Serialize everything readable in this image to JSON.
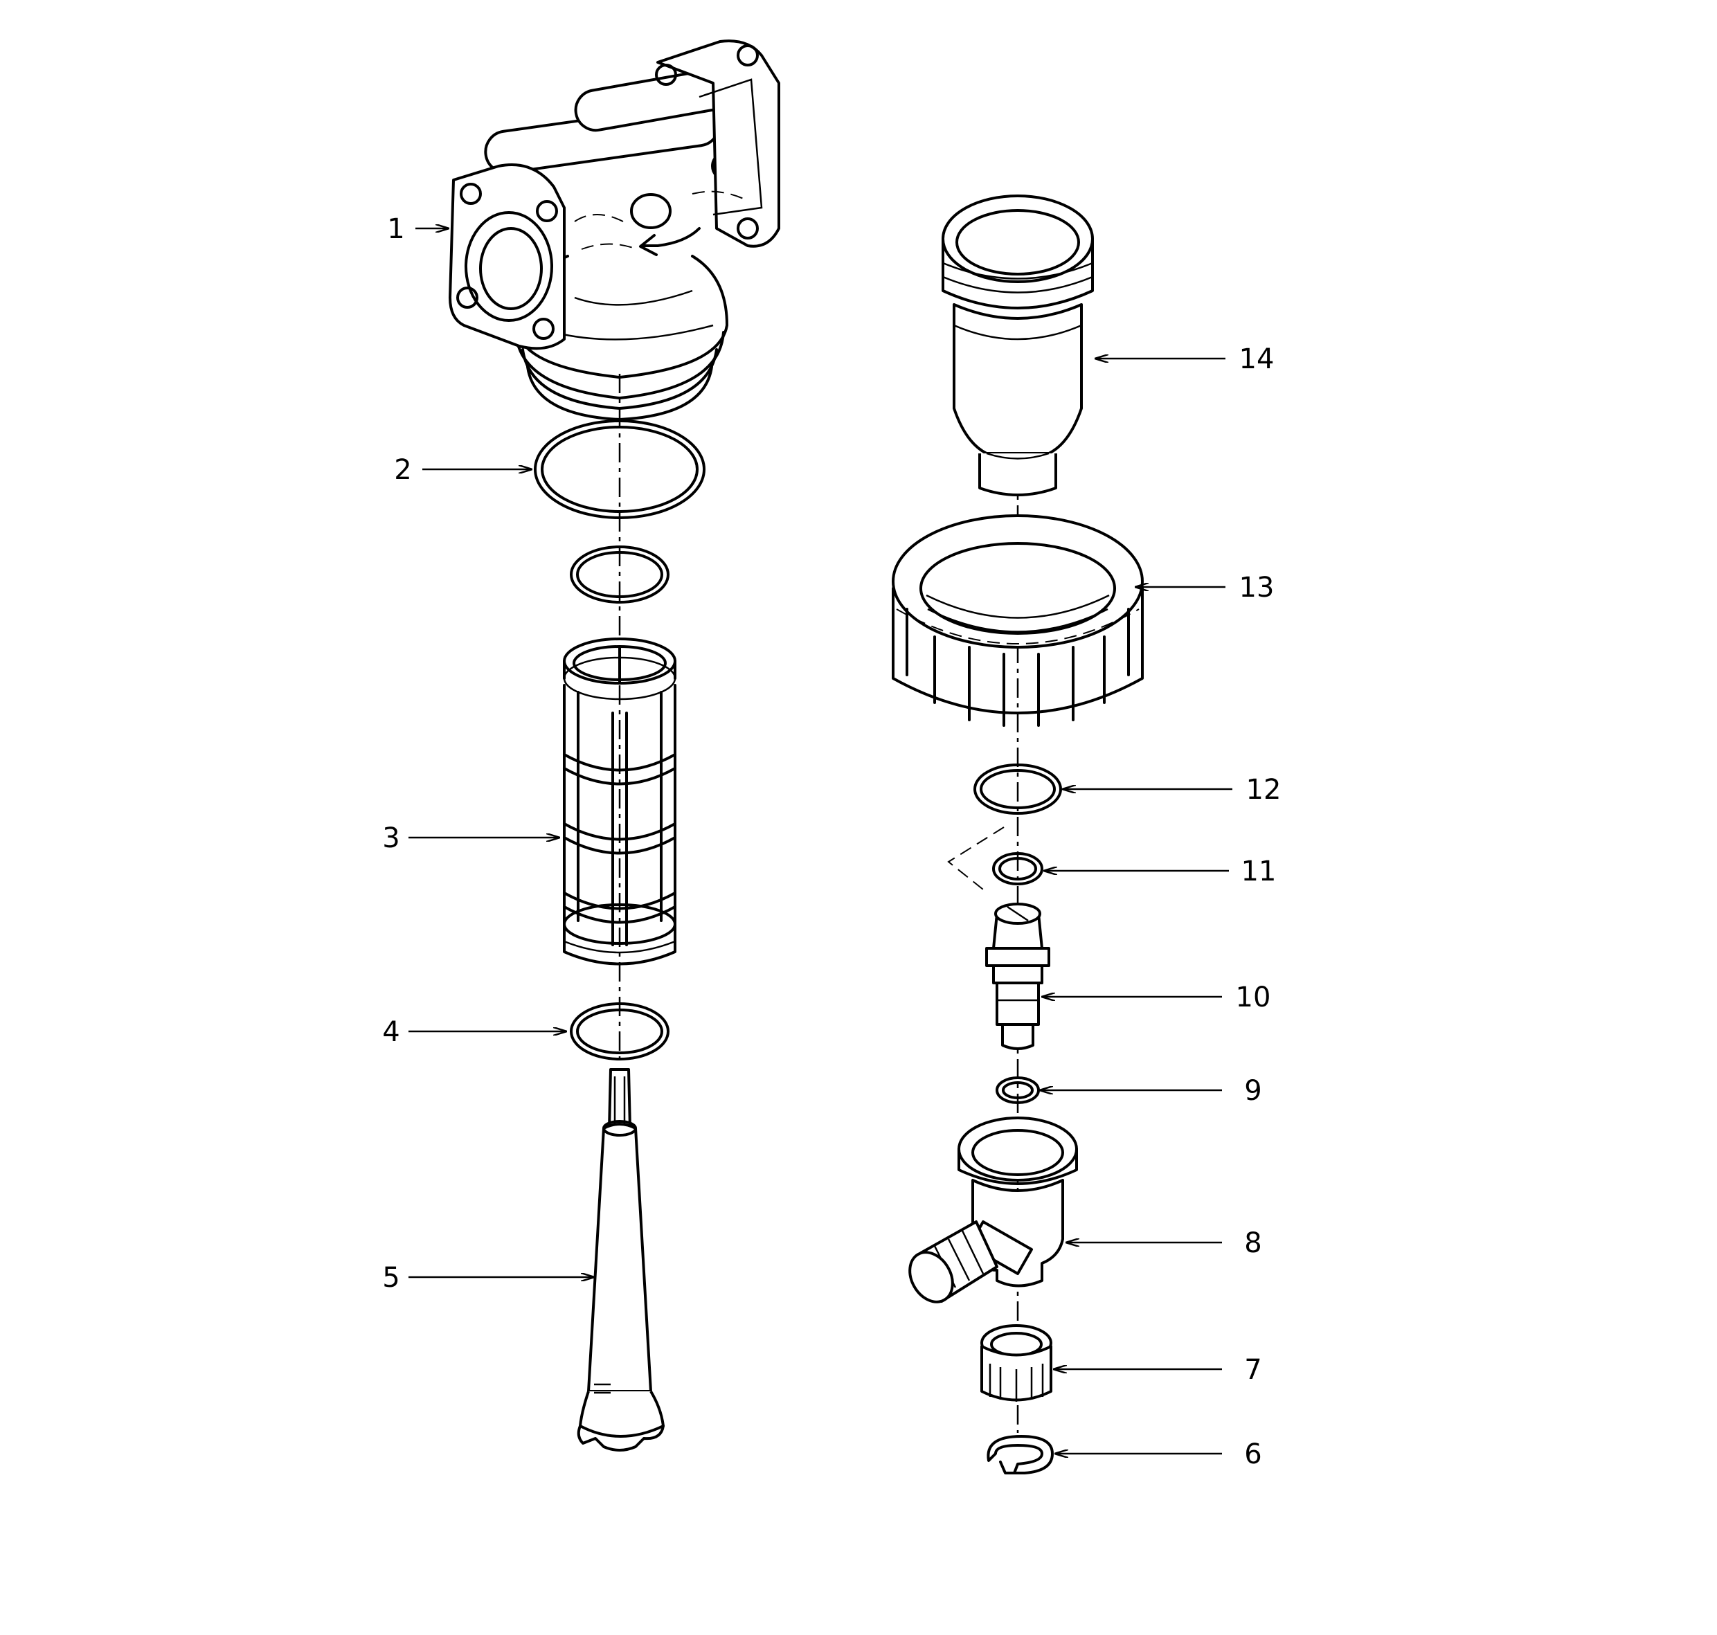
{
  "diagram": {
    "callouts": [
      {
        "id": "callout-1",
        "label": "1"
      },
      {
        "id": "callout-2",
        "label": "2"
      },
      {
        "id": "callout-3",
        "label": "3"
      },
      {
        "id": "callout-4",
        "label": "4"
      },
      {
        "id": "callout-5",
        "label": "5"
      },
      {
        "id": "callout-6",
        "label": "6"
      },
      {
        "id": "callout-7",
        "label": "7"
      },
      {
        "id": "callout-8",
        "label": "8"
      },
      {
        "id": "callout-9",
        "label": "9"
      },
      {
        "id": "callout-10",
        "label": "10"
      },
      {
        "id": "callout-11",
        "label": "11"
      },
      {
        "id": "callout-12",
        "label": "12"
      },
      {
        "id": "callout-13",
        "label": "13"
      },
      {
        "id": "callout-14",
        "label": "14"
      }
    ]
  }
}
